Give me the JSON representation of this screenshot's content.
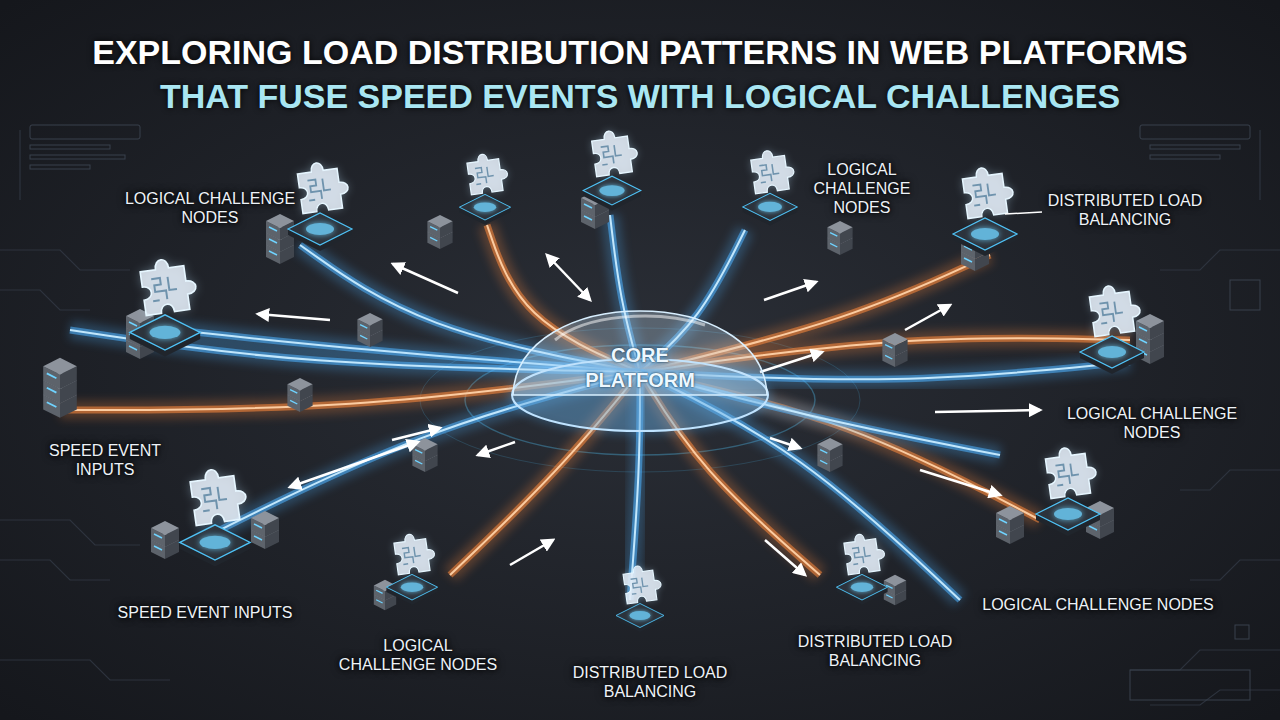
{
  "diagram": {
    "title": "EXPLORING LOAD DISTRIBUTION PATTERNS IN WEB PLATFORMS THAT FUSE SPEED EVENTS WITH LOGICAL CHALLENGES",
    "nodes": [
      {
        "text": [
          "CORE PLATFORM"
        ]
      }
    ],
    "labels": [
      "LOGICAL CHALLENGE NODES",
      "LOGICAL CHALLENGE NODES",
      "DISTRIBUTED LOAD BALANCING",
      "LOGICAL CHALLENGE NODES",
      "SPEED EVENT INPUTS",
      "SPEED EVENT INPUTS",
      "LOGICAL CHALLENGE NODES",
      "DISTRIBUTED LOAD BALANCING",
      "DISTRIBUTED LOAD BALANCING",
      "LOGICAL CHALLENGE NODES"
    ]
  }
}
